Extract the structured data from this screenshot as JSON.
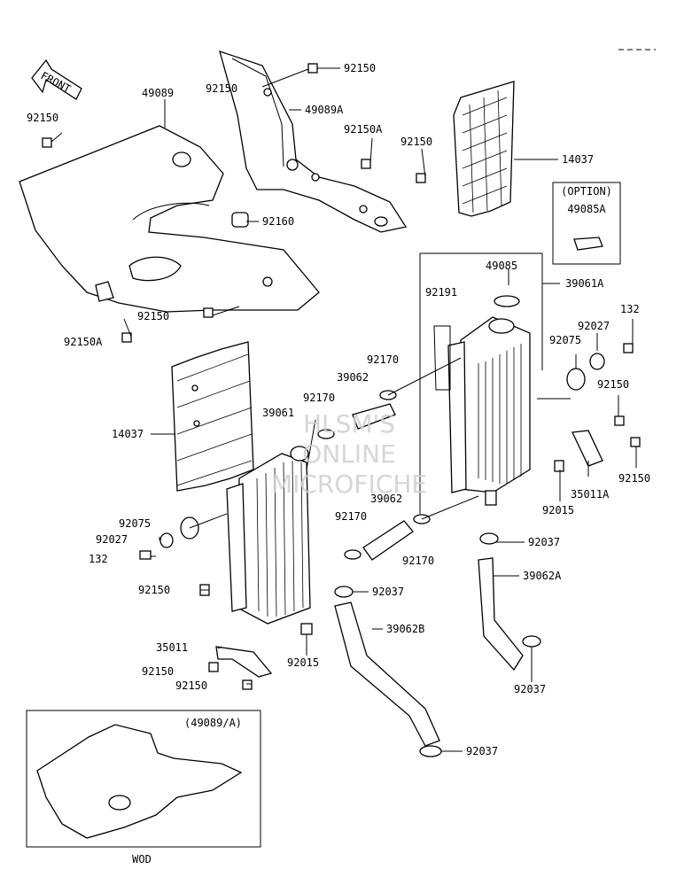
{
  "watermark": [
    "HLSM'S",
    "ONLINE",
    "MICROFICHE"
  ],
  "direction_arrow": "FRONT",
  "option_box": {
    "title": "(OPTION)",
    "part": "49085A"
  },
  "inset_box": {
    "title": "(49089/A)",
    "caption": "WOD"
  },
  "labels": [
    "92150",
    "49089",
    "92150",
    "92150",
    "92150A",
    "92150",
    "49089A",
    "92150A",
    "92150",
    "92160",
    "14037",
    "49085",
    "39061A",
    "92191",
    "92027",
    "132",
    "92075",
    "92170",
    "39062",
    "92170",
    "39061",
    "14037",
    "92150",
    "92150",
    "35011A",
    "92015",
    "92075",
    "92027",
    "132",
    "92150",
    "39062",
    "92170",
    "92170",
    "92037",
    "92037",
    "39062A",
    "39062B",
    "35011",
    "92150",
    "92150",
    "92015",
    "92037",
    "92037"
  ]
}
